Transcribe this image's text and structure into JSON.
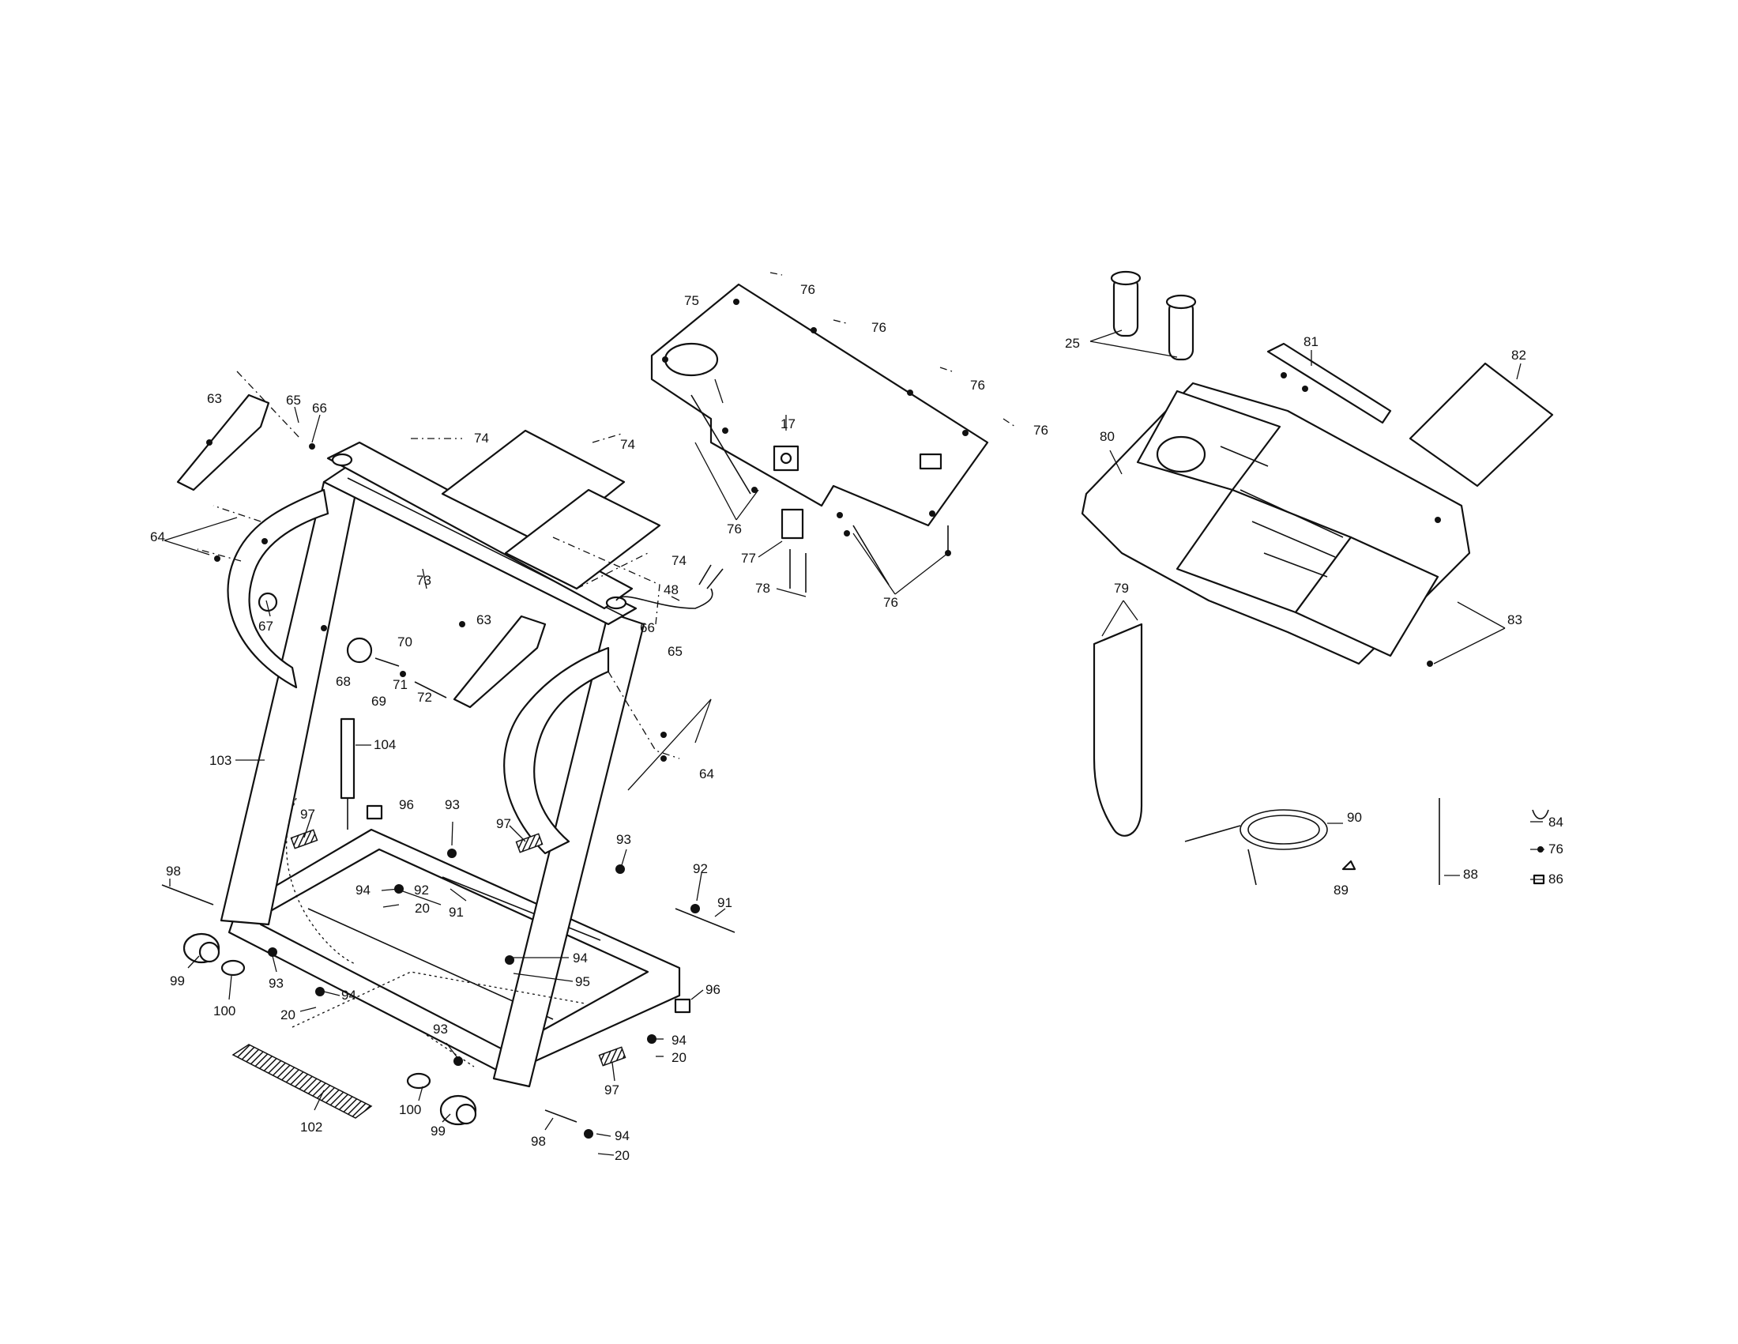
{
  "labels": {
    "p63a": "63",
    "p65a": "65",
    "p66a": "66",
    "p64a": "64",
    "p67": "67",
    "p73": "73",
    "p74a": "74",
    "p74b": "74",
    "p74c": "74",
    "p48": "48",
    "p75": "75",
    "p76a": "76",
    "p76b": "76",
    "p76c": "76",
    "p76d": "76",
    "p76e": "76",
    "p76f": "76",
    "p17": "17",
    "p77": "77",
    "p78": "78",
    "p68": "68",
    "p69": "69",
    "p70": "70",
    "p71": "71",
    "p72": "72",
    "p63b": "63",
    "p66b": "66",
    "p65b": "65",
    "p64b": "64",
    "p103": "103",
    "p104": "104",
    "p97a": "97",
    "p96a": "96",
    "p93a": "93",
    "p97b": "97",
    "p93b": "93",
    "p98a": "98",
    "p94a": "94",
    "p92a": "92",
    "p20a": "20",
    "p91a": "91",
    "p92b": "92",
    "p91b": "91",
    "p99a": "99",
    "p100a": "100",
    "p93c": "93",
    "p94b": "94",
    "p20b": "20",
    "p94c": "94",
    "p95": "95",
    "p96b": "96",
    "p94d": "94",
    "p20c": "20",
    "p97c": "97",
    "p93d": "93",
    "p100b": "100",
    "p99b": "99",
    "p98b": "98",
    "p94e": "94",
    "p20d": "20",
    "p102": "102",
    "p25": "25",
    "p81": "81",
    "p82": "82",
    "p80": "80",
    "p83": "83",
    "p79": "79",
    "p90": "90",
    "p88": "88",
    "p89": "89",
    "p84": "84",
    "p76g": "76",
    "p86": "86"
  }
}
